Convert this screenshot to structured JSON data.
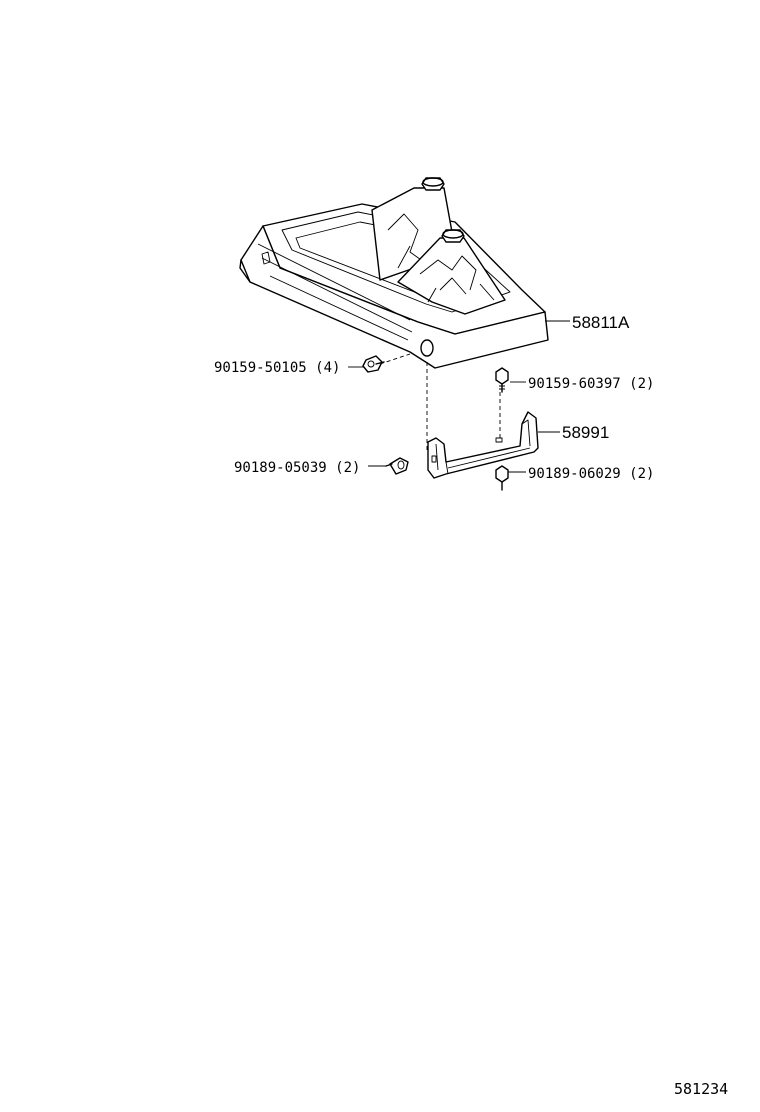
{
  "parts": {
    "shift_boot_assembly": "58811A",
    "shift_bracket": "58991",
    "screw_front": "90159-50105 (4)",
    "screw_top": "90159-60397 (2)",
    "clip_left": "90189-05039 (2)",
    "clip_right": "90189-06029 (2)"
  },
  "diagram_id": "581234"
}
